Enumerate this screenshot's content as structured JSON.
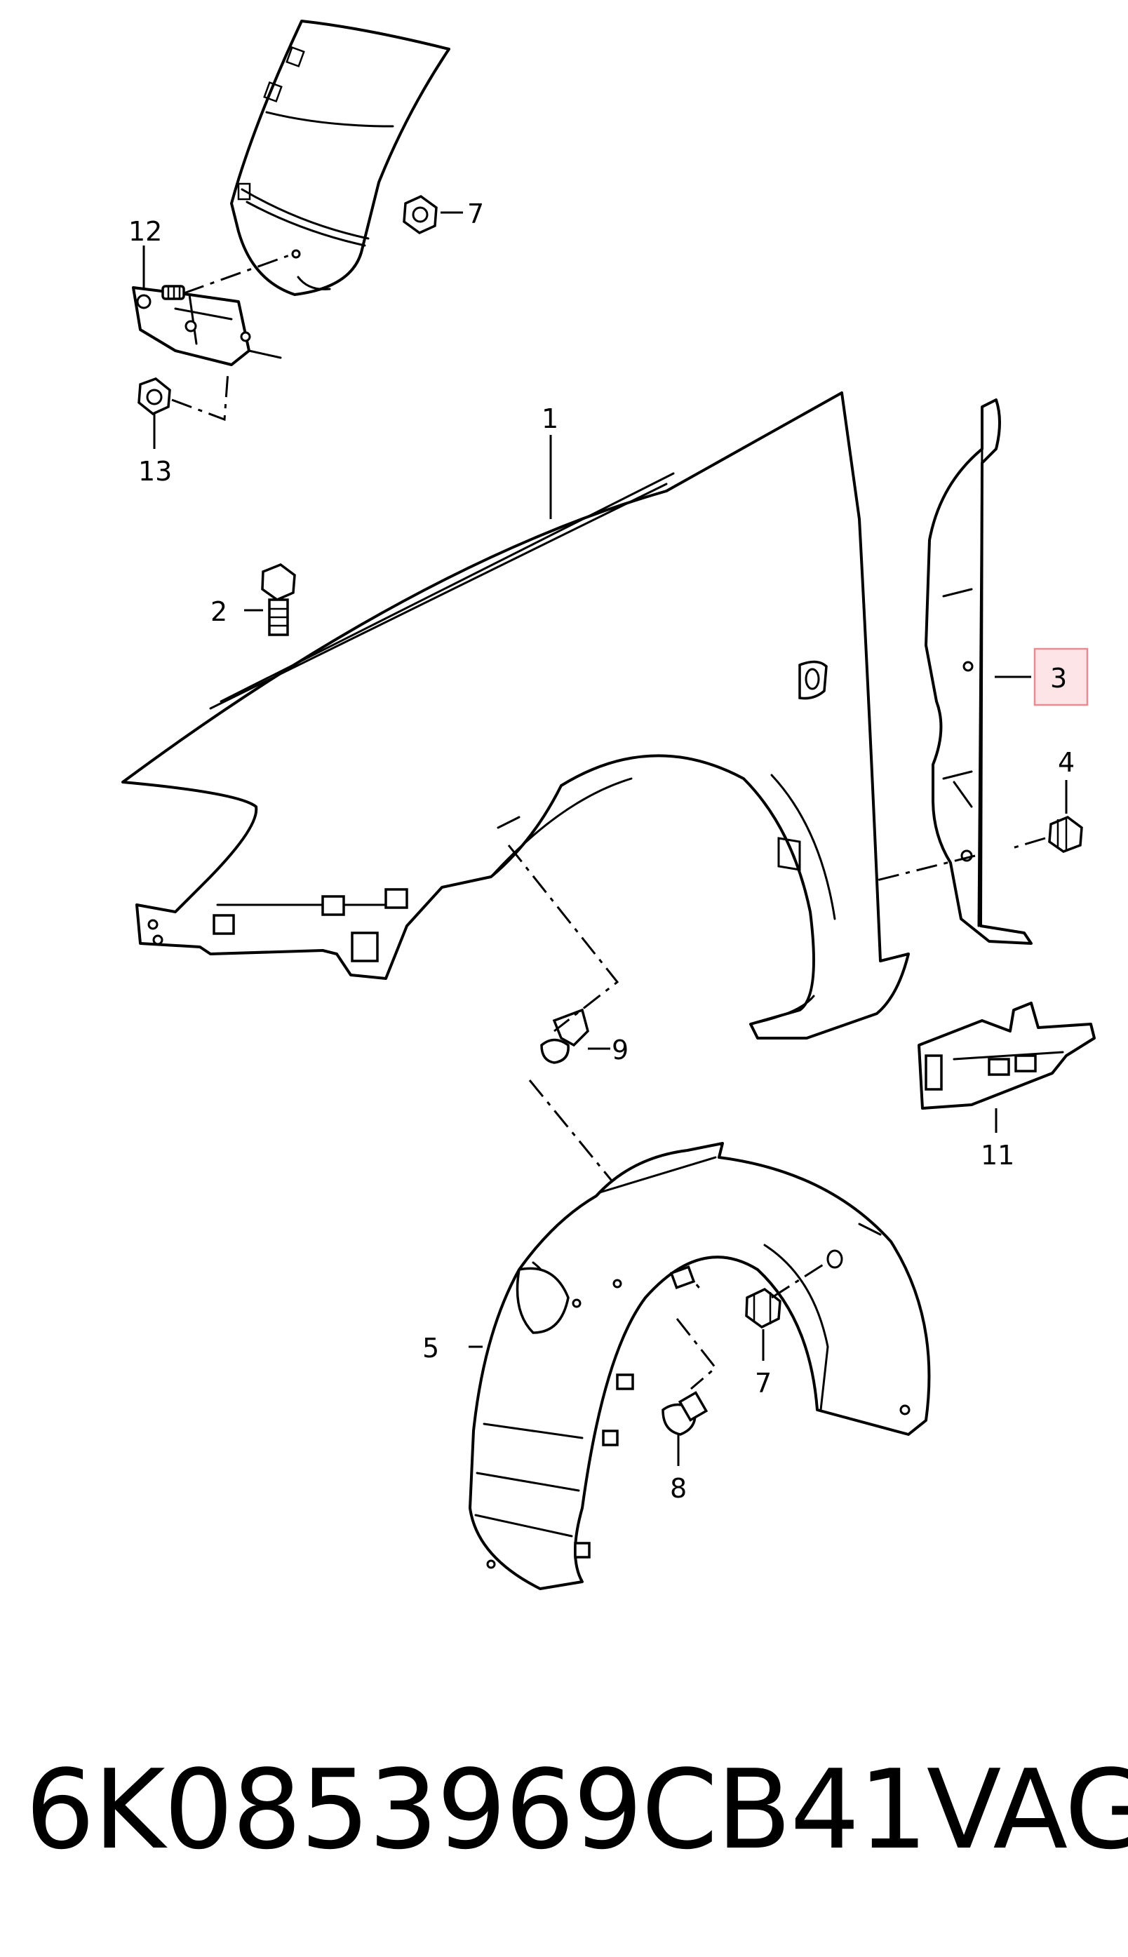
{
  "callouts": {
    "c1": "1",
    "c2": "2",
    "c3": "3",
    "c4": "4",
    "c5": "5",
    "c7a": "7",
    "c7b": "7",
    "c8": "8",
    "c9": "9",
    "c11": "11",
    "c12": "12",
    "c13": "13"
  },
  "highlighted_callout": "3",
  "footer": {
    "part_number": "6K0853969CB41",
    "brand": "VAG"
  },
  "colors": {
    "highlight_fill": "#fde4e6",
    "highlight_border": "#e88b92",
    "highlight_text": "#c2444e",
    "line": "#000000"
  }
}
